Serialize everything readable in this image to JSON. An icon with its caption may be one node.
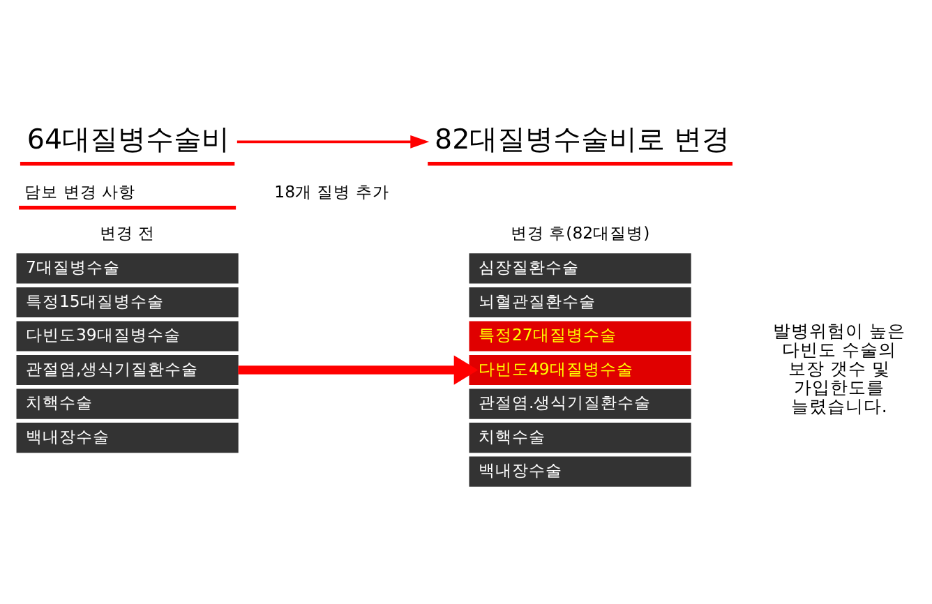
{
  "diagram": {
    "nodes": [
      {
        "text": [
          "64대질병수술비"
        ]
      },
      {
        "text": [
          "82대질병수술비로 변경"
        ]
      },
      {
        "text": [
          "7대질병수술"
        ]
      },
      {
        "text": [
          "특정15대질병수술"
        ]
      },
      {
        "text": [
          "다빈도39대질병수술"
        ]
      },
      {
        "text": [
          "관절염,생식기질환수술"
        ]
      },
      {
        "text": [
          "치핵수술"
        ]
      },
      {
        "text": [
          "백내장수술"
        ]
      },
      {
        "text": [
          "심장질환수술"
        ]
      },
      {
        "text": [
          "뇌혈관질환수술"
        ]
      },
      {
        "text": [
          "특정27대질병수술"
        ]
      },
      {
        "text": [
          "다빈도49대질병수술"
        ]
      },
      {
        "text": [
          "관절염.생식기질환수술"
        ]
      },
      {
        "text": [
          "치핵수술"
        ]
      },
      {
        "text": [
          "백내장수술"
        ]
      }
    ],
    "edges": [
      {
        "from": 0,
        "to": 1,
        "arrow": "to",
        "color": "#ff0000"
      },
      {
        "from": 5,
        "to": 11,
        "arrow": "to",
        "style": "thick",
        "color": "#ff0000"
      }
    ],
    "labels": [
      "18개 질병 추가",
      "담보 변경 사항",
      "변경 전",
      "변경 후(82대질병)",
      "발병위험이 높은 다빈도 수술의 보장 갯수 및 가입한도를 늘렸습니다."
    ]
  }
}
